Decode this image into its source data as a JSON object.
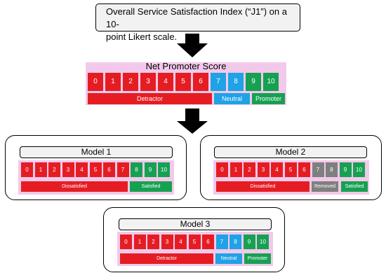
{
  "header_box": {
    "text": "Overall Service Satisfaction Index (“J1”) on a 10-\npoint Likert scale."
  },
  "nps": {
    "title": "Net Promoter Score",
    "scores": [
      "0",
      "1",
      "2",
      "3",
      "4",
      "5",
      "6",
      "7",
      "8",
      "9",
      "10"
    ],
    "score_colors": [
      "red",
      "red",
      "red",
      "red",
      "red",
      "red",
      "red",
      "blue",
      "blue",
      "green",
      "green"
    ],
    "groups": [
      {
        "label": "Detractor",
        "color": "red"
      },
      {
        "label": "Neutral",
        "color": "blue"
      },
      {
        "label": "Promoter",
        "color": "green"
      }
    ]
  },
  "model1": {
    "title": "Model 1",
    "scores": [
      "0",
      "1",
      "2",
      "3",
      "4",
      "5",
      "6",
      "7",
      "8",
      "9",
      "10"
    ],
    "score_colors": [
      "red",
      "red",
      "red",
      "red",
      "red",
      "red",
      "red",
      "red",
      "green",
      "green",
      "green"
    ],
    "groups": [
      {
        "label": "Dissatisfied",
        "color": "red"
      },
      {
        "label": "Satisfied",
        "color": "green"
      }
    ]
  },
  "model2": {
    "title": "Model 2",
    "scores": [
      "0",
      "1",
      "2",
      "3",
      "4",
      "5",
      "6",
      "7",
      "8",
      "9",
      "10"
    ],
    "score_colors": [
      "red",
      "red",
      "red",
      "red",
      "red",
      "red",
      "red",
      "gray",
      "gray",
      "green",
      "green"
    ],
    "groups": [
      {
        "label": "Dissatisfied",
        "color": "red"
      },
      {
        "label": "Removed",
        "color": "gray"
      },
      {
        "label": "Satisfied",
        "color": "green"
      }
    ]
  },
  "model3": {
    "title": "Model 3",
    "scores": [
      "0",
      "1",
      "2",
      "3",
      "4",
      "5",
      "6",
      "7",
      "8",
      "9",
      "10"
    ],
    "score_colors": [
      "red",
      "red",
      "red",
      "red",
      "red",
      "red",
      "red",
      "blue",
      "blue",
      "green",
      "green"
    ],
    "groups": [
      {
        "label": "Detractor",
        "color": "red"
      },
      {
        "label": "Neutral",
        "color": "blue"
      },
      {
        "label": "Promoter",
        "color": "green"
      }
    ]
  }
}
